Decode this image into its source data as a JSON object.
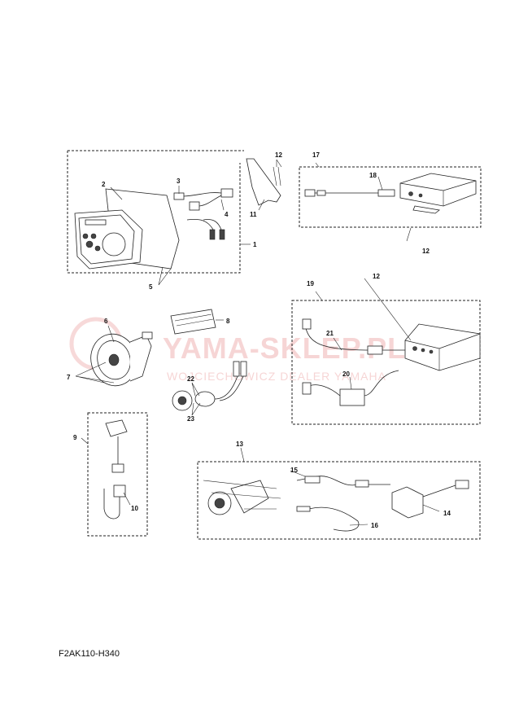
{
  "diagram_code": "F2AK110-H340",
  "watermark": {
    "main": "YAMA-SKLEP.PL",
    "sub": "WOJCIECHOWICZ DEALER YAMAHA"
  },
  "callouts": {
    "c1": "1",
    "c2": "2",
    "c3": "3",
    "c4": "4",
    "c5": "5",
    "c6": "6",
    "c7": "7",
    "c8": "8",
    "c9": "9",
    "c10": "10",
    "c11": "11",
    "c12a": "12",
    "c12b": "12",
    "c12c": "12",
    "c13": "13",
    "c14": "14",
    "c15": "15",
    "c16": "16",
    "c17": "17",
    "c18": "18",
    "c19": "19",
    "c20": "20",
    "c21": "21",
    "c22": "22",
    "c23": "23"
  }
}
